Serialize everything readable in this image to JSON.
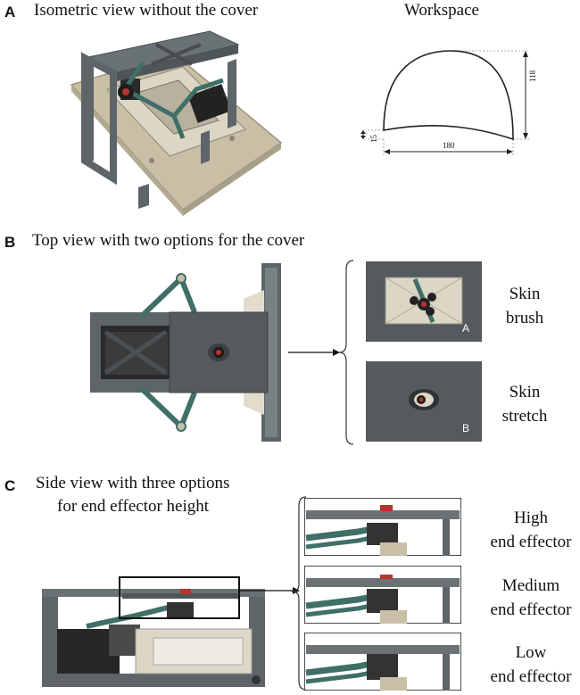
{
  "panel_a": {
    "letter": "A",
    "title": "Isometric view without the cover",
    "workspace_title": "Workspace",
    "dim_height": "118",
    "dim_width": "180",
    "dim_small": "15"
  },
  "panel_b": {
    "letter": "B",
    "title": "Top view with two options for the cover",
    "options": [
      {
        "line1": "Skin",
        "line2": "brush",
        "tag": "A"
      },
      {
        "line1": "Skin",
        "line2": "stretch",
        "tag": "B"
      }
    ]
  },
  "panel_c": {
    "letter": "C",
    "title_line1": "Side view with three options",
    "title_line2": "for end effector height",
    "options": [
      {
        "line1": "High",
        "line2": "end effector"
      },
      {
        "line1": "Medium",
        "line2": "end effector"
      },
      {
        "line1": "Low",
        "line2": "end effector"
      }
    ]
  },
  "colors": {
    "frame_gray": "#5e6569",
    "linkage_teal": "#3f6f66",
    "base_beige": "#c9bfa7",
    "cover_dark": "#545a5d",
    "effector_red": "#b8332c"
  }
}
